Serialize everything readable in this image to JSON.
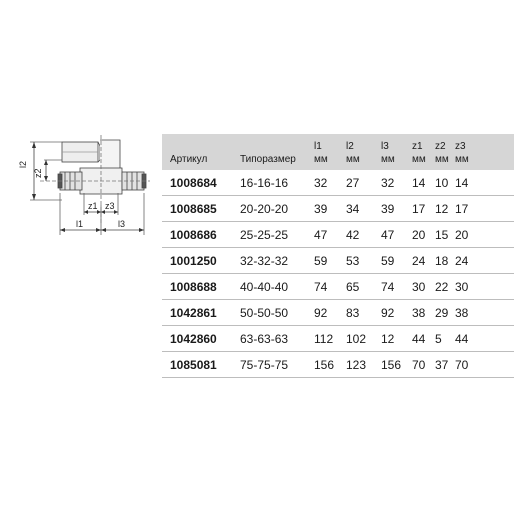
{
  "drawing": {
    "dim_labels": {
      "l1": "l1",
      "l2": "l2",
      "l3": "l3",
      "z1": "z1",
      "z2": "z2",
      "z3": "z3"
    }
  },
  "table": {
    "headers": [
      {
        "label": "Артикул",
        "unit": ""
      },
      {
        "label": "Типоразмер",
        "unit": ""
      },
      {
        "label": "l1",
        "unit": "мм"
      },
      {
        "label": "l2",
        "unit": "мм"
      },
      {
        "label": "l3",
        "unit": "мм"
      },
      {
        "label": "z1",
        "unit": "мм"
      },
      {
        "label": "z2",
        "unit": "мм"
      },
      {
        "label": "z3",
        "unit": "мм"
      }
    ],
    "rows": [
      [
        "1008684",
        "16-16-16",
        "32",
        "27",
        "32",
        "14",
        "10",
        "14"
      ],
      [
        "1008685",
        "20-20-20",
        "39",
        "34",
        "39",
        "17",
        "12",
        "17"
      ],
      [
        "1008686",
        "25-25-25",
        "47",
        "42",
        "47",
        "20",
        "15",
        "20"
      ],
      [
        "1001250",
        "32-32-32",
        "59",
        "53",
        "59",
        "24",
        "18",
        "24"
      ],
      [
        "1008688",
        "40-40-40",
        "74",
        "65",
        "74",
        "30",
        "22",
        "30"
      ],
      [
        "1042861",
        "50-50-50",
        "92",
        "83",
        "92",
        "38",
        "29",
        "38"
      ],
      [
        "1042860",
        "63-63-63",
        "112",
        "102",
        "12",
        "44",
        "5",
        "44"
      ],
      [
        "1085081",
        "75-75-75",
        "156",
        "123",
        "156",
        "70",
        "37",
        "70"
      ]
    ]
  }
}
